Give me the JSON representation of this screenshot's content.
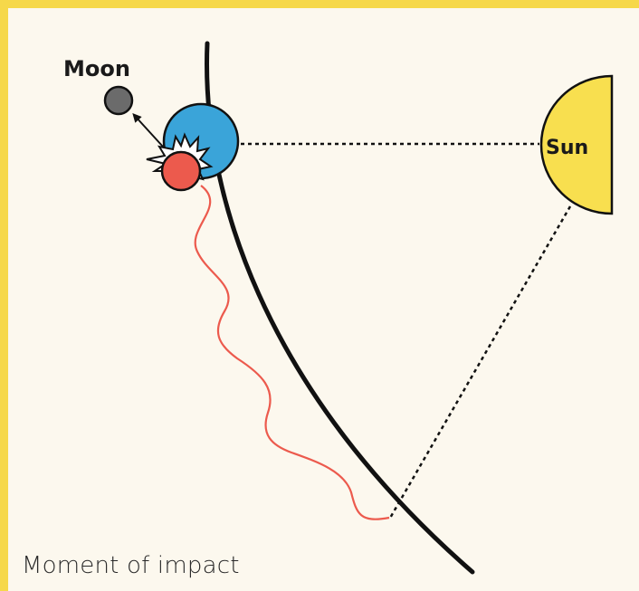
{
  "labels": {
    "moon": "Moon",
    "sun": "Sun",
    "caption": "Moment of impact"
  },
  "colors": {
    "frame": "#f6d84a",
    "background": "#fcf8ee",
    "earth": "#3aa4d9",
    "impactor": "#ec5a4d",
    "moon": "#6b6b6b",
    "sun": "#f8df4f",
    "orbit": "#111111",
    "trajectory": "#ec5a4d"
  },
  "icons": {
    "earth": "earth-icon",
    "impactor": "impactor-icon",
    "moon": "moon-icon",
    "sun": "sun-icon",
    "impact_flash": "impact-flash-icon",
    "ejection_arrow": "arrow-icon"
  }
}
